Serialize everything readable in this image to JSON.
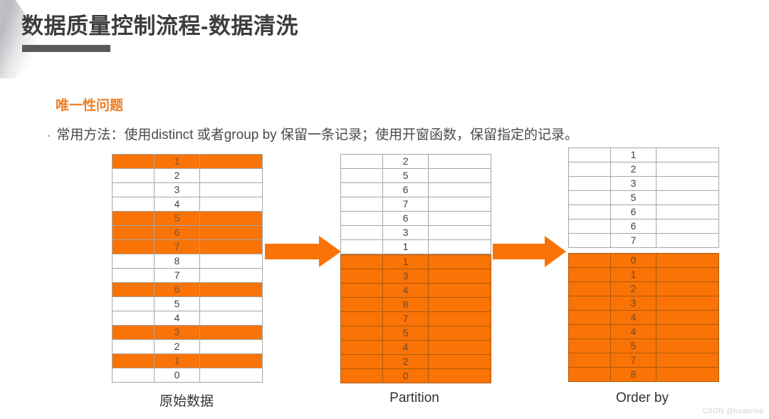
{
  "slide": {
    "title": "数据质量控制流程-数据清洗",
    "accent_color": "#F97306",
    "title_color": "#3d3d3d",
    "rule_color": "#5a5a5a",
    "background": "#ffffff"
  },
  "content": {
    "sub_heading": "唯一性问题",
    "bullet_marker": "·",
    "bullet_text": "常用方法：使用distinct 或者group by 保留一条记录；使用开窗函数，保留指定的记录。"
  },
  "diagram": {
    "tables": [
      {
        "id": "original-data",
        "caption": "原始数据",
        "columns": 3,
        "value_column_index": 1,
        "blocks": [
          {
            "style": "mixed",
            "rows": [
              {
                "value": "1",
                "highlighted": true
              },
              {
                "value": "2",
                "highlighted": false
              },
              {
                "value": "3",
                "highlighted": false
              },
              {
                "value": "4",
                "highlighted": false
              },
              {
                "value": "5",
                "highlighted": true
              },
              {
                "value": "6",
                "highlighted": true
              },
              {
                "value": "7",
                "highlighted": true
              },
              {
                "value": "8",
                "highlighted": false
              },
              {
                "value": "7",
                "highlighted": false
              },
              {
                "value": "6",
                "highlighted": true
              },
              {
                "value": "5",
                "highlighted": false
              },
              {
                "value": "4",
                "highlighted": false
              },
              {
                "value": "3",
                "highlighted": true
              },
              {
                "value": "2",
                "highlighted": false
              },
              {
                "value": "1",
                "highlighted": true
              },
              {
                "value": "0",
                "highlighted": false
              }
            ]
          }
        ]
      },
      {
        "id": "partition",
        "caption": "Partition",
        "columns": 3,
        "value_column_index": 1,
        "blocks": [
          {
            "style": "plain",
            "rows": [
              {
                "value": "2",
                "highlighted": false
              },
              {
                "value": "5",
                "highlighted": false
              },
              {
                "value": "6",
                "highlighted": false
              },
              {
                "value": "7",
                "highlighted": false
              },
              {
                "value": "6",
                "highlighted": false
              },
              {
                "value": "3",
                "highlighted": false
              },
              {
                "value": "1",
                "highlighted": false
              }
            ]
          },
          {
            "style": "orange",
            "rows": [
              {
                "value": "1",
                "highlighted": true
              },
              {
                "value": "3",
                "highlighted": true
              },
              {
                "value": "4",
                "highlighted": true
              },
              {
                "value": "8",
                "highlighted": true
              },
              {
                "value": "7",
                "highlighted": true
              },
              {
                "value": "5",
                "highlighted": true
              },
              {
                "value": "4",
                "highlighted": true
              },
              {
                "value": "2",
                "highlighted": true
              },
              {
                "value": "0",
                "highlighted": true
              }
            ]
          }
        ]
      },
      {
        "id": "order-by",
        "caption": "Order by",
        "columns": 3,
        "value_column_index": 1,
        "blocks": [
          {
            "style": "plain",
            "rows": [
              {
                "value": "1",
                "highlighted": false
              },
              {
                "value": "2",
                "highlighted": false
              },
              {
                "value": "3",
                "highlighted": false
              },
              {
                "value": "5",
                "highlighted": false
              },
              {
                "value": "6",
                "highlighted": false
              },
              {
                "value": "6",
                "highlighted": false
              },
              {
                "value": "7",
                "highlighted": false
              }
            ]
          },
          {
            "style": "orange",
            "rows": [
              {
                "value": "0",
                "highlighted": true
              },
              {
                "value": "1",
                "highlighted": true
              },
              {
                "value": "2",
                "highlighted": true
              },
              {
                "value": "3",
                "highlighted": true
              },
              {
                "value": "4",
                "highlighted": true
              },
              {
                "value": "4",
                "highlighted": true
              },
              {
                "value": "5",
                "highlighted": true
              },
              {
                "value": "7",
                "highlighted": true
              },
              {
                "value": "8",
                "highlighted": true
              }
            ]
          }
        ]
      }
    ],
    "arrows": [
      {
        "id": "arrow-1",
        "direction": "right",
        "color": "#F97306"
      },
      {
        "id": "arrow-2",
        "direction": "right",
        "color": "#F97306"
      }
    ]
  },
  "watermark": "CSDN @hsabrina"
}
